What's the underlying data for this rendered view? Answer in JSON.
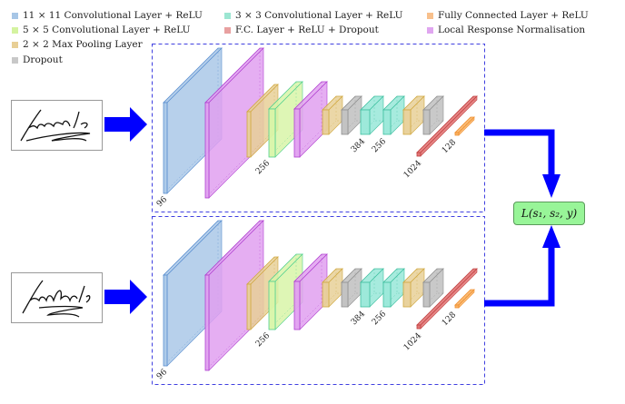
{
  "legend": [
    {
      "label": "11 × 11 Convolutional Layer + ReLU",
      "color": "#a7c6e6"
    },
    {
      "label": "3 × 3 Convolutional Layer + ReLU",
      "color": "#9ce6d2"
    },
    {
      "label": "Fully Connected Layer + ReLU",
      "color": "#f8c08c"
    },
    {
      "label": "5 × 5 Convolutional Layer + ReLU",
      "color": "#d4f3a0"
    },
    {
      "label": "F.C. Layer + ReLU + Dropout",
      "color": "#e8a0a0"
    },
    {
      "label": "Local Response Normalisation",
      "color": "#e0a6f0"
    },
    {
      "label": "2 × 2 Max Pooling Layer",
      "color": "#e8cf96"
    },
    {
      "label": "Dropout",
      "color": "#c8c8c8"
    }
  ],
  "colors": {
    "conv11": "#aac8e8",
    "conv11_edge": "#5b8fd0",
    "lrn": "#e0a0f0",
    "lrn_edge": "#b040d0",
    "pool": "#e8d098",
    "pool_edge": "#d0a840",
    "conv5": "#d8f5a8",
    "conv5_edge": "#50d090",
    "conv3": "#98e8d8",
    "conv3_edge": "#40c0a0",
    "dropout": "#c0c0c0",
    "dropout_edge": "#909090",
    "fc_dropout": "#e07070",
    "fc_dropout_edge": "#c04040",
    "fc": "#f8b060",
    "fc_edge": "#f09030",
    "arrow": "#0000ff",
    "frame": "#4040e0",
    "loss_fill": "#98f598"
  },
  "networks": [
    {
      "name": "top",
      "signature": "signature-1"
    },
    {
      "name": "bottom",
      "signature": "signature-2"
    }
  ],
  "dim_labels": {
    "conv1": "96",
    "conv2": "256",
    "conv3a": "384",
    "conv3b": "256",
    "fc1": "1024",
    "fc2": "128"
  },
  "loss": {
    "label": "L(s₁, s₂, y)"
  }
}
